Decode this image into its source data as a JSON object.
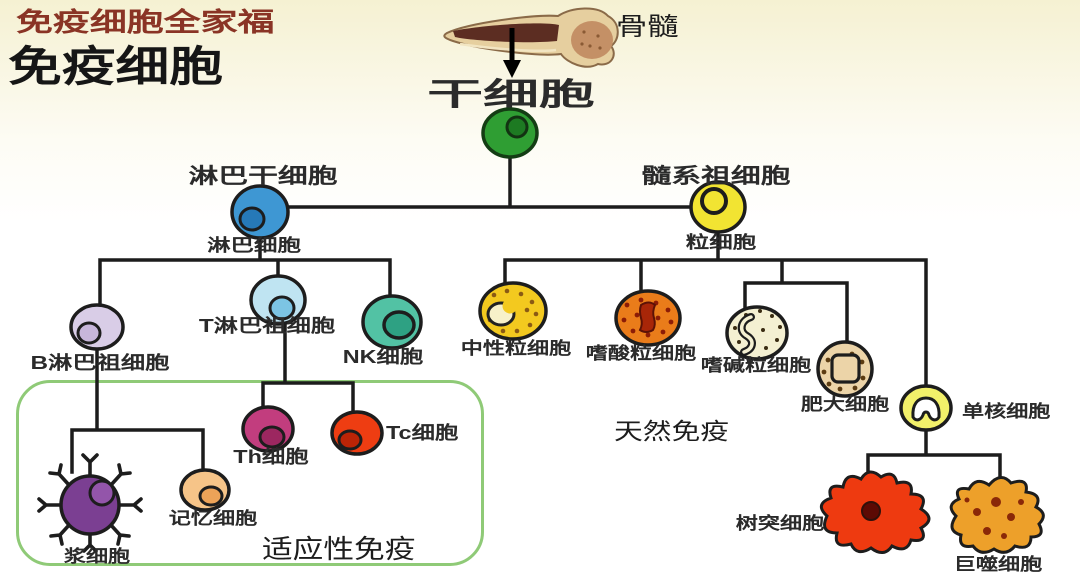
{
  "header": {
    "title_small": "免疫细胞全家福",
    "title_large": "免疫细胞"
  },
  "bone": {
    "label": "骨髓"
  },
  "regions": {
    "innate": "天然免疫",
    "adaptive": "适应性免疫"
  },
  "branch_labels": {
    "lymphocyte": "淋巴细胞",
    "granulocyte": "粒细胞"
  },
  "colors": {
    "title_small": "#8a3425",
    "tree_line": "#1c1c1c",
    "adaptive_box_border": "#8fca77",
    "background_top": "#f5f1d2"
  },
  "cells": [
    {
      "id": "stem-cell",
      "label": "干细胞",
      "color": "#2f9e33"
    },
    {
      "id": "lymphoid-stem-cell",
      "label": "淋巴干细胞",
      "color": "#3e97d3"
    },
    {
      "id": "myeloid-progenitor",
      "label": "髓系祖细胞",
      "color": "#f2e432"
    },
    {
      "id": "b-progenitor",
      "label": "B淋巴祖细胞",
      "color": "#d9cde7"
    },
    {
      "id": "t-progenitor",
      "label": "T淋巴祖细胞",
      "color": "#bfe4f2"
    },
    {
      "id": "nk-cell",
      "label": "NK细胞",
      "color": "#52c2a4"
    },
    {
      "id": "neutrophil",
      "label": "中性粒细胞",
      "color": "#f3c91f"
    },
    {
      "id": "eosinophil",
      "label": "嗜酸粒细胞",
      "color": "#ea7c1a"
    },
    {
      "id": "basophil",
      "label": "嗜碱粒细胞",
      "color": "#f4f0d2"
    },
    {
      "id": "mast-cell",
      "label": "肥大细胞",
      "color": "#ecd4a8"
    },
    {
      "id": "monocyte",
      "label": "单核细胞",
      "color": "#f2f06a"
    },
    {
      "id": "th-cell",
      "label": "Th细胞",
      "color": "#c23d7e"
    },
    {
      "id": "tc-cell",
      "label": "Tc细胞",
      "color": "#ee3d12"
    },
    {
      "id": "memory-cell",
      "label": "记忆细胞",
      "color": "#f6c488"
    },
    {
      "id": "plasma-cell",
      "label": "浆细胞",
      "color": "#7b3f92"
    },
    {
      "id": "dendritic-cell",
      "label": "树突细胞",
      "color": "#ee3a10"
    },
    {
      "id": "macrophage",
      "label": "巨噬细胞",
      "color": "#eda02a"
    }
  ]
}
